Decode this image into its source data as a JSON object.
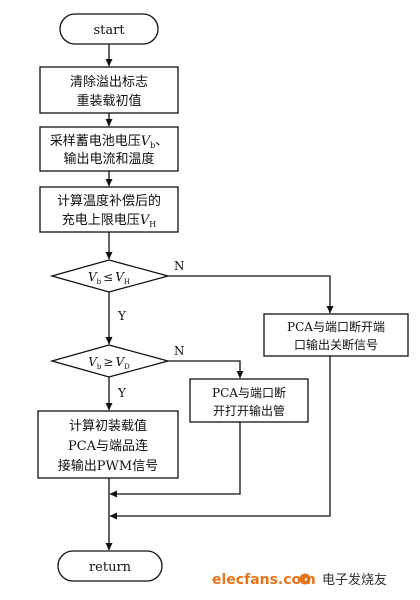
{
  "flowchart": {
    "start_label": "start",
    "end_label": "return",
    "step1": {
      "line1": "清除溢出标志",
      "line2": "重装载初值"
    },
    "step2": {
      "line1a": "采样蓄电池电压",
      "line1_var": "V",
      "line1_sub": "b",
      "line1_end": "、",
      "line2": "输出电流和温度"
    },
    "step3": {
      "line1": "计算温度补偿后的",
      "line2a": "充电上限电压",
      "line2_var": "V",
      "line2_sub": "H"
    },
    "decision1": {
      "lhs_var": "V",
      "lhs_sub": "b",
      "op": "≤",
      "rhs_var": "V",
      "rhs_sub": "H",
      "no_label": "N",
      "yes_label": "Y"
    },
    "decision2": {
      "lhs_var": "V",
      "lhs_sub": "b",
      "op": "≥",
      "rhs_var": "V",
      "rhs_sub": "D",
      "no_label": "N",
      "yes_label": "Y"
    },
    "box_cut": {
      "line1": "PCA与端口断开端",
      "line2": "口输出关断信号"
    },
    "box_open": {
      "line1": "PCA与端口断",
      "line2": "开打开输出管"
    },
    "box_pwm": {
      "line1": "计算初装载值",
      "line2": "PCA与端品连",
      "line3": "接输出PWM信号"
    }
  },
  "watermark": {
    "brand": "elecfans.com",
    "chinese": "电子发烧友"
  }
}
